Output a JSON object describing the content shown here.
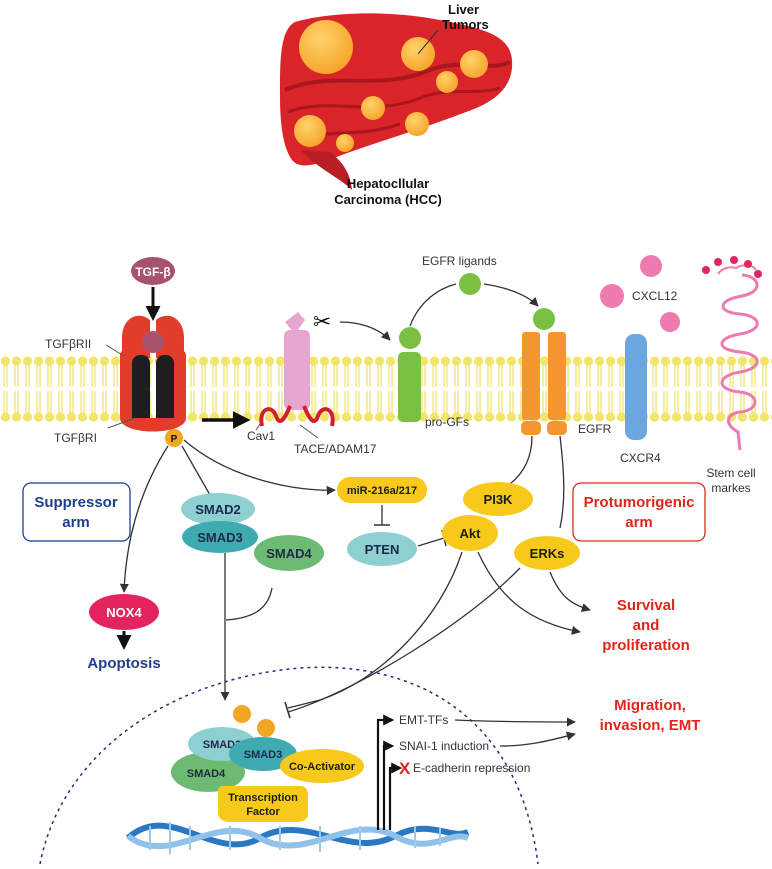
{
  "liver": {
    "tumor_label_line1": "Liver",
    "tumor_label_line2": "Tumors",
    "hcc_line1": "Hepatocllular",
    "hcc_line2": "Carcinoma (HCC)"
  },
  "membrane": {
    "tgf_beta": "TGF-β",
    "tgfbrii": "TGFβRII",
    "tgfbri": "TGFβRI",
    "phospho": "P",
    "cav1": "Cav1",
    "tace": "TACE/ADAM17",
    "egfr_ligands": "EGFR ligands",
    "pro_gfs": "pro-GFs",
    "egfr": "EGFR",
    "cxcl12": "CXCL12",
    "cxcr4": "CXCR4",
    "stem_line1": "Stem cell",
    "stem_line2": "markes"
  },
  "signaling": {
    "suppressor_line1": "Suppressor",
    "suppressor_line2": "arm",
    "protumorigenic_line1": "Protumorigenic",
    "protumorigenic_line2": "arm",
    "smad2": "SMAD2",
    "smad3": "SMAD3",
    "smad4": "SMAD4",
    "mir": "miR-216a/217",
    "pten": "PTEN",
    "pi3k": "PI3K",
    "akt": "Akt",
    "erks": "ERKs",
    "nox4": "NOX4",
    "apoptosis": "Apoptosis",
    "survival_line1": "Survival",
    "survival_line2": "and",
    "survival_line3": "proliferation",
    "migration_line1": "Migration,",
    "migration_line2": "invasion, EMT"
  },
  "nucleus": {
    "smad2": "SMAD2",
    "smad3": "SMAD3",
    "smad4": "SMAD4",
    "co_activator": "Co-Activator",
    "tf_line1": "Transcription",
    "tf_line2": "Factor",
    "emt_tfs": "EMT-TFs",
    "snai1": "SNAI-1 induction",
    "ecad": "E-cadherin repression",
    "x_mark": "X"
  },
  "colors": {
    "liver": "#d9252a",
    "tumor": "#f7a830",
    "receptor_red": "#e23d2b",
    "receptor_black": "#1e1e1e",
    "tgf": "#a8536e",
    "cav_pink": "#e7a6cf",
    "green": "#7ac143",
    "egfr_orange": "#f4962f",
    "cxcr4_blue": "#6ba6dd",
    "cxcl_pink": "#ee7bb0",
    "smad_teal": "#5ab4b8",
    "smad4_green": "#6dba72",
    "yellow": "#f6c91a",
    "nox4": "#e3245e",
    "red_text": "#e1251b",
    "blue_text": "#1f3f8f",
    "dna_blue": "#2a77c2"
  }
}
